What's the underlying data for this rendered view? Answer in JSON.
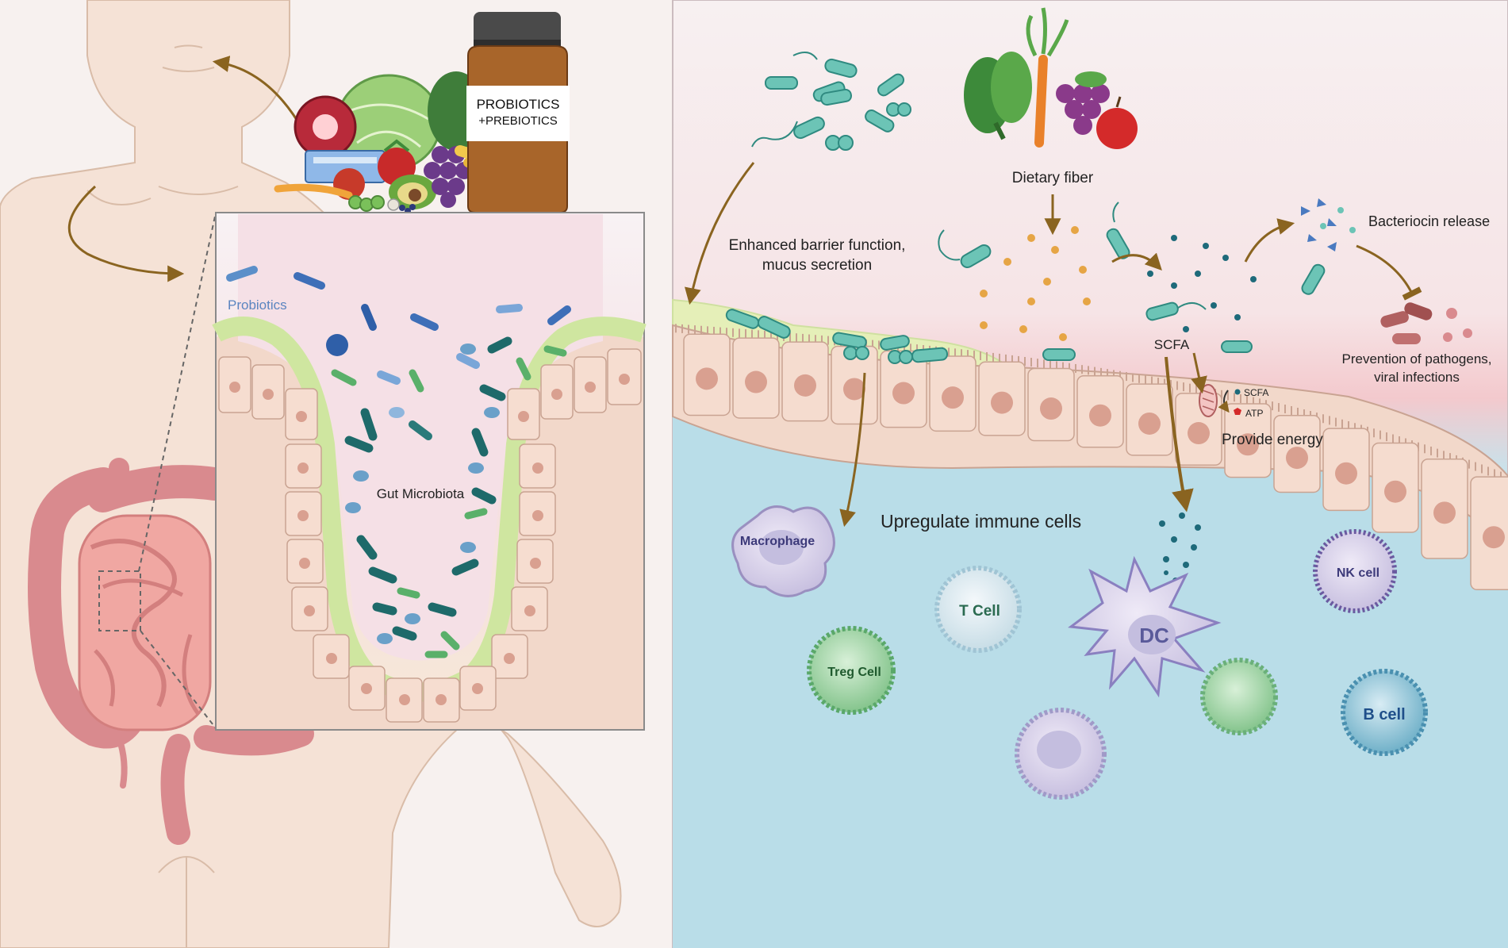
{
  "supplement_bottle": {
    "line1": "PROBIOTICS",
    "line2": "+PREBIOTICS"
  },
  "inset": {
    "probiotics_label": "Probiotics",
    "gut_microbiota_label": "Gut Microbiota"
  },
  "mechanisms": {
    "dietary_fiber": "Dietary fiber",
    "barrier_line1": "Enhanced barrier function,",
    "barrier_line2": "mucus secretion",
    "bacteriocin": "Bacteriocin release",
    "prevention_line1": "Prevention of pathogens,",
    "prevention_line2": "viral infections",
    "scfa": "SCFA",
    "legend_scfa": "SCFA",
    "legend_atp": "ATP",
    "provide_energy": "Provide energy",
    "upregulate": "Upregulate  immune cells"
  },
  "immune_cells": {
    "macrophage": "Macrophage",
    "t_cell": "T Cell",
    "treg_cell": "Treg Cell",
    "dc": "DC",
    "nk_cell": "NK cell",
    "b_cell": "B cell"
  },
  "colors": {
    "arrow": "#8a6420",
    "mucus": "#cfe6a0",
    "epithelium": "#f2d8ca",
    "nucleus": "#d9a090",
    "lumen_left": "#f7e6e8",
    "lumen_right": "#f6eef0",
    "interior": "#b9dde8",
    "bacteria_dark": "#1e6a6a",
    "bacteria_blue": "#5b8fc9",
    "bacteria_green": "#6cb86a",
    "bacteria_teal": "#6cc4b6"
  }
}
